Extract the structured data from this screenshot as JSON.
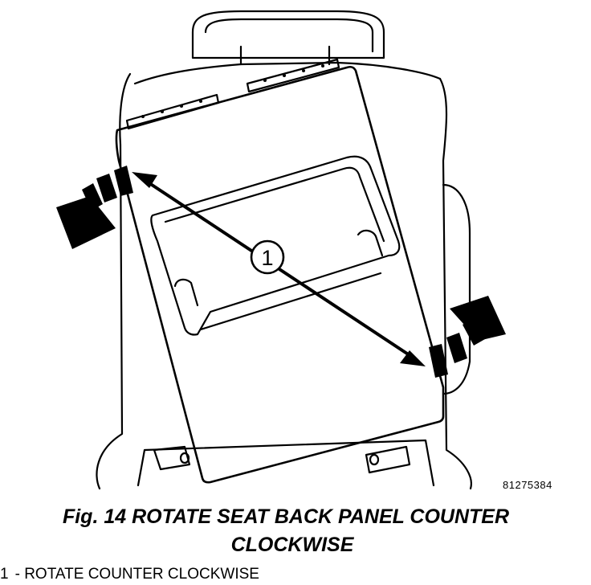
{
  "figure": {
    "callout_number": "1",
    "reference_number": "81275384",
    "caption_line1": "Fig. 14 ROTATE SEAT BACK PANEL COUNTER",
    "caption_line2": "CLOCKWISE"
  },
  "legend": [
    {
      "number": "1",
      "separator": "-",
      "text": "ROTATE COUNTER CLOCKWISE"
    }
  ]
}
